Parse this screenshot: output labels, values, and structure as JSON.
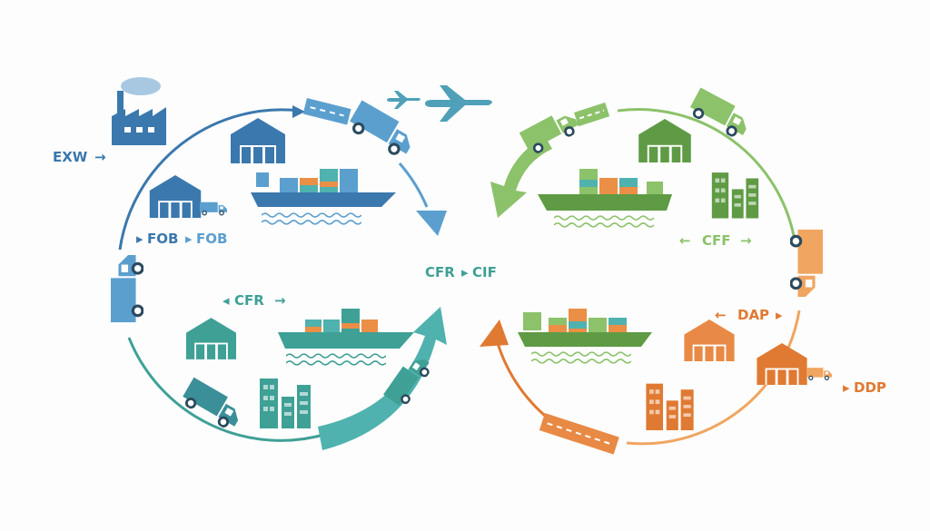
{
  "labels": {
    "exw": "EXW",
    "fob_1": "FOB",
    "fob_2": "FOB",
    "cfr": "CFR",
    "cfr_center": "CFR",
    "cif_center": "CIF",
    "cff": "CFF",
    "dap": "DAP",
    "ddp": "DDP"
  },
  "colors": {
    "blue": "#3b78ad",
    "blue_light": "#5b9fcf",
    "teal": "#3fa096",
    "green": "#5f9b45",
    "green_light": "#8cc26a",
    "orange": "#e07a32",
    "orange_light": "#f0a560",
    "container_orange": "#ea8f45",
    "container_teal": "#4fb2ae"
  },
  "icons": [
    "factory-icon",
    "warehouse-icon",
    "truck-icon",
    "cargo-ship-icon",
    "airplane-icon",
    "office-building-icon",
    "road-segment-icon",
    "arrow-icon"
  ]
}
